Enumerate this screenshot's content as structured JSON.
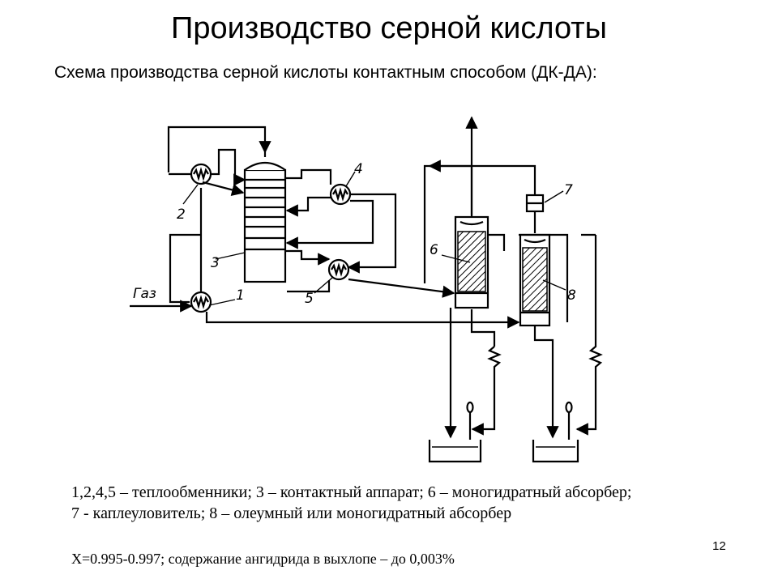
{
  "slide": {
    "title": "Производство серной кислоты",
    "subtitle": "Схема производства серной кислоты контактным способом (ДК-ДА):",
    "page_number": "12"
  },
  "diagram": {
    "labels": {
      "gas": "Газ",
      "n1": "1",
      "n2": "2",
      "n3": "3",
      "n4": "4",
      "n5": "5",
      "n6": "6",
      "n7": "7",
      "n8": "8"
    }
  },
  "legend": {
    "line1": "1,2,4,5 – теплообменники; 3 – контактный аппарат; 6 – моногидратный абсорбер;",
    "line2": "7 - каплеуловитель; 8 – олеумный или моногидратный абсорбер"
  },
  "footer": {
    "formula": "X=0.995-0.997; содержание ангидрида в выхлопе – до 0,003%"
  }
}
